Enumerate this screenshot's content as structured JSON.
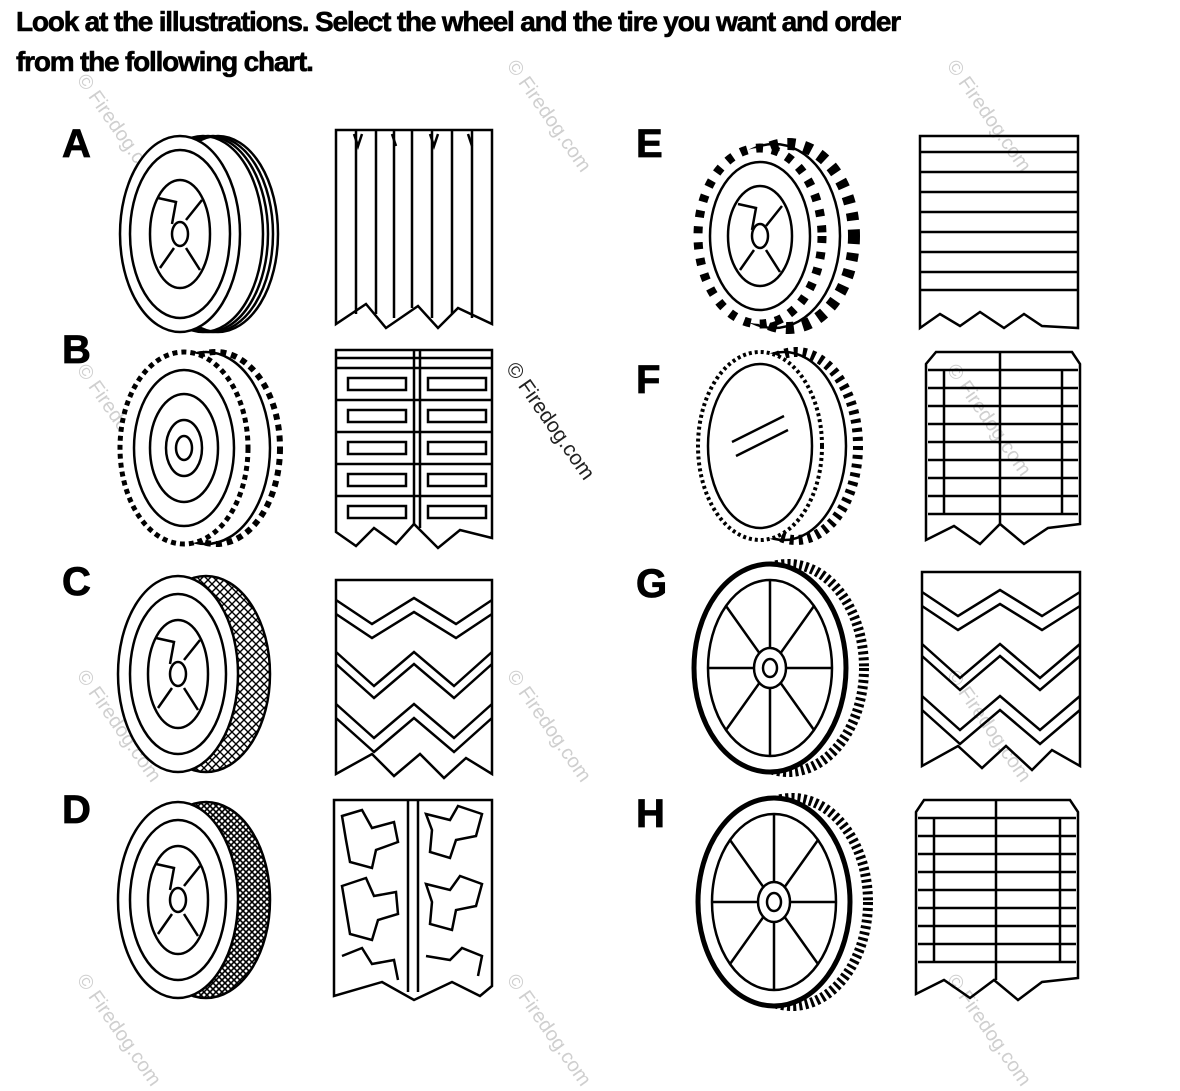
{
  "instructions": {
    "line1": "Look at the illustrations. Select the wheel and the tire you want and order",
    "line2": "from the following chart."
  },
  "items": [
    {
      "letter": "A",
      "wheel": "wheel-a-icon",
      "tread": "straight-rib-tread"
    },
    {
      "letter": "B",
      "wheel": "wheel-b-icon",
      "tread": "bar-tread"
    },
    {
      "letter": "C",
      "wheel": "wheel-c-icon",
      "tread": "diamond-tread"
    },
    {
      "letter": "D",
      "wheel": "wheel-d-icon",
      "tread": "block-tread"
    },
    {
      "letter": "E",
      "wheel": "wheel-e-icon",
      "tread": "lug-tread"
    },
    {
      "letter": "F",
      "wheel": "wheel-f-icon",
      "tread": "bar-tread"
    },
    {
      "letter": "G",
      "wheel": "wheel-g-icon",
      "tread": "diamond-tread"
    },
    {
      "letter": "H",
      "wheel": "wheel-h-icon",
      "tread": "bar-tread"
    }
  ],
  "watermark": {
    "text": "© Firedog.com",
    "center_text": "© Firedog.com",
    "color": "#cfcfcf"
  }
}
